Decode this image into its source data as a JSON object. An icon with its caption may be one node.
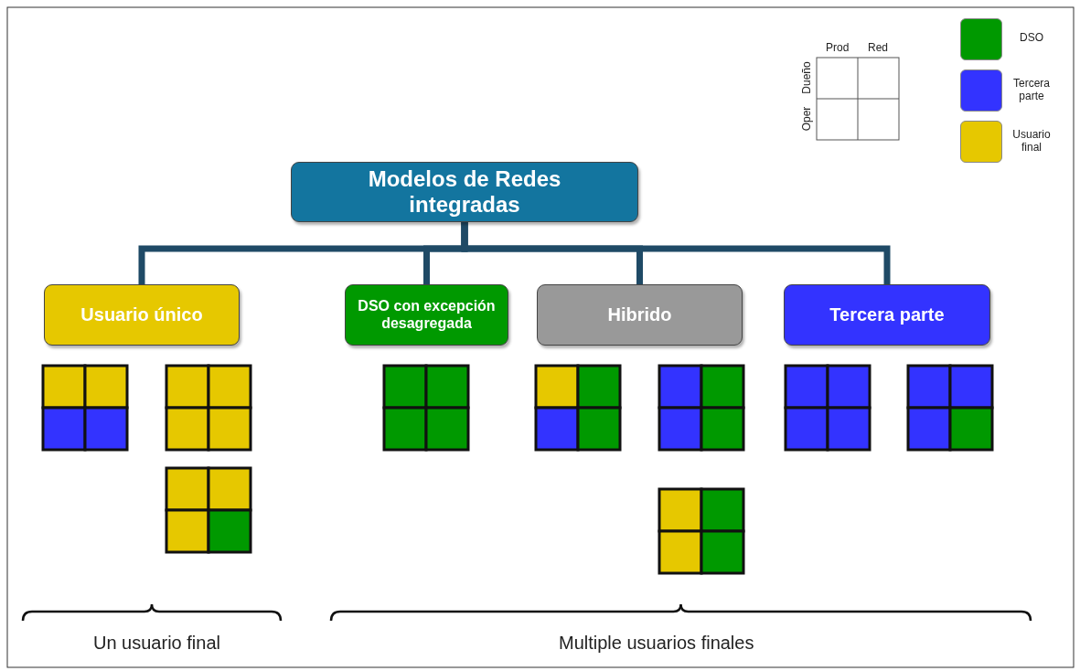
{
  "diagram": {
    "nodes": [
      {
        "text": [
          "Modelos de Redes integradas"
        ]
      },
      {
        "text": [
          "Usuario único"
        ]
      },
      {
        "text": [
          "DSO con excepción desagregada"
        ]
      },
      {
        "text": [
          "Hibrido"
        ]
      },
      {
        "text": [
          "Tercera parte"
        ]
      }
    ],
    "edges": [
      {
        "from": 0,
        "to": 1,
        "arrow": "none"
      },
      {
        "from": 0,
        "to": 2,
        "arrow": "none"
      },
      {
        "from": 0,
        "to": 3,
        "arrow": "none"
      },
      {
        "from": 0,
        "to": 4,
        "arrow": "none"
      }
    ],
    "labels": [
      "Prod",
      "Red",
      "Dueño",
      "Oper",
      "Un usuario final",
      "Multiple usuarios finales"
    ],
    "legend": [
      {
        "text": "DSO",
        "color": "#009900"
      },
      {
        "text": "Tercera parte",
        "color": "#3333ff"
      },
      {
        "text": "Usuario final",
        "color": "#e6c800"
      }
    ]
  }
}
